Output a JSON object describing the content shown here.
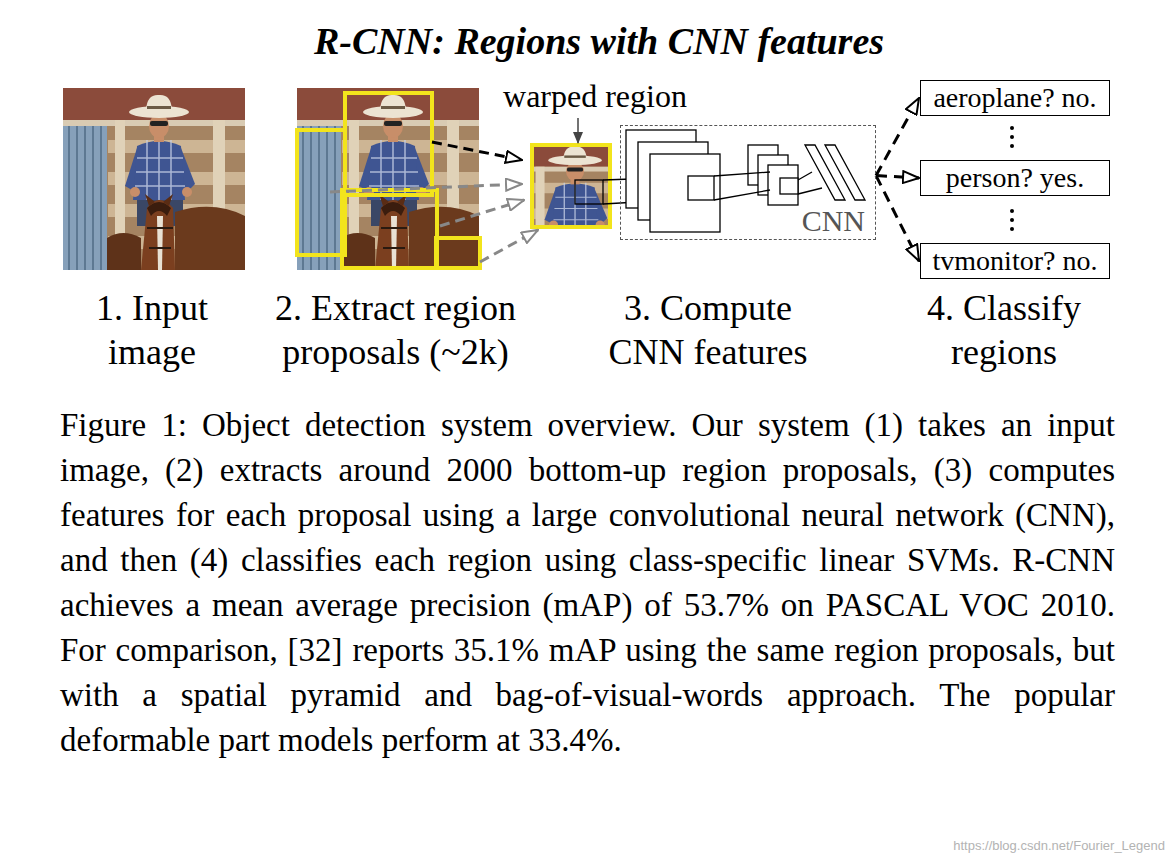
{
  "diagram": {
    "title": "R-CNN: Regions with CNN features",
    "caption": "Figure 1: Object detection system overview. Our system (1) takes an input image, (2) extracts around 2000 bottom-up region proposals, (3) computes features for each proposal using a large convolutional neural network (CNN), and then (4) classifies each region using class-specific linear SVMs. R-CNN achieves a mean average precision (mAP) of 53.7% on PASCAL VOC 2010. For comparison, [32] reports 35.1% mAP using the same region proposals, but with a spatial pyramid and bag-of-visual-words approach. The popular deformable part models perform at 33.4%.",
    "nodes": [
      {
        "text": [
          "CNN"
        ]
      },
      {
        "text": [
          "aeroplane? no."
        ]
      },
      {
        "text": [
          "person? yes."
        ]
      },
      {
        "text": [
          "tvmonitor? no."
        ]
      }
    ],
    "edges": [
      {
        "from": 0,
        "to": 1,
        "arrow": "to"
      },
      {
        "from": 0,
        "to": 2,
        "arrow": "to"
      },
      {
        "from": 0,
        "to": 3,
        "arrow": "to"
      }
    ],
    "labels": [
      "warped region",
      "1. Input image",
      "2. Extract region proposals (~2k)",
      "3. Compute CNN features",
      "4. Classify regions",
      "https://blog.csdn.net/Fourier_Legend"
    ]
  }
}
